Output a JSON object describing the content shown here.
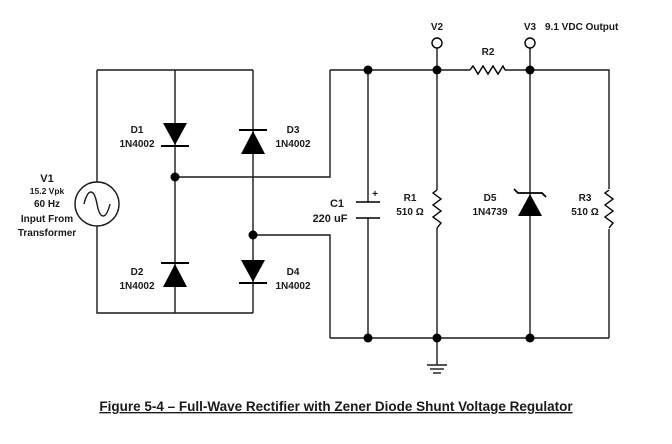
{
  "components": {
    "v1": {
      "name": "V1",
      "amplitude": "15.2 Vpk",
      "frequency": "60 Hz",
      "note_line1": "Input From",
      "note_line2": "Transformer"
    },
    "d1": {
      "name": "D1",
      "part": "1N4002"
    },
    "d2": {
      "name": "D2",
      "part": "1N4002"
    },
    "d3": {
      "name": "D3",
      "part": "1N4002"
    },
    "d4": {
      "name": "D4",
      "part": "1N4002"
    },
    "c1": {
      "name": "C1",
      "value": "220 uF",
      "polarity": "+"
    },
    "r1": {
      "name": "R1",
      "value": "510 Ω"
    },
    "r2": {
      "name": "R2"
    },
    "d5": {
      "name": "D5",
      "part": "1N4739"
    },
    "r3": {
      "name": "R3",
      "value": "510 Ω"
    }
  },
  "nodes": {
    "v2": {
      "name": "V2"
    },
    "v3": {
      "name": "V3",
      "desc": "9.1 VDC Output"
    }
  },
  "caption": "Figure 5-4 – Full-Wave Rectifier with Zener Diode Shunt Voltage Regulator"
}
